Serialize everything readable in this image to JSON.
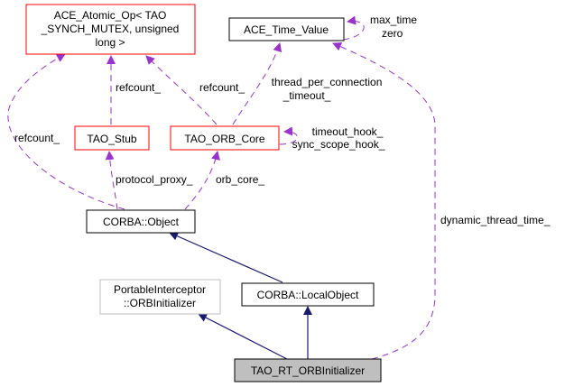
{
  "colors": {
    "usage_edge": "#9a32cd",
    "inherit_edge": "#191970",
    "node_border_red": "#ff0000",
    "node_border_black": "#000000",
    "node_border_gray": "#bfbfbf",
    "focus_fill": "#bfbfbf"
  },
  "nodes": {
    "ace_atomic_op": {
      "lines": [
        "ACE_Atomic_Op< TAO",
        "_SYNCH_MUTEX, unsigned",
        "long >"
      ]
    },
    "ace_time_value": {
      "lines": [
        "ACE_Time_Value"
      ]
    },
    "tao_stub": {
      "lines": [
        "TAO_Stub"
      ]
    },
    "tao_orb_core": {
      "lines": [
        "TAO_ORB_Core"
      ]
    },
    "corba_object": {
      "lines": [
        "CORBA::Object"
      ]
    },
    "portable_interceptor": {
      "lines": [
        "PortableInterceptor",
        "::ORBInitializer"
      ]
    },
    "corba_local_object": {
      "lines": [
        "CORBA::LocalObject"
      ]
    },
    "tao_rt_orbinitializer": {
      "lines": [
        "TAO_RT_ORBInitializer"
      ]
    }
  },
  "edge_labels": {
    "refcount_left": "refcount_",
    "refcount_stub": "refcount_",
    "refcount_core": "refcount_",
    "time_self_1": "max_time",
    "time_self_2": "zero",
    "thread_timeout_1": "thread_per_connection",
    "thread_timeout_2": "_timeout_",
    "core_self_1": "timeout_hook_",
    "core_self_2": "sync_scope_hook_",
    "protocol_proxy": "protocol_proxy_",
    "orb_core": "orb_core_",
    "dynamic_thread_time": "dynamic_thread_time_"
  }
}
